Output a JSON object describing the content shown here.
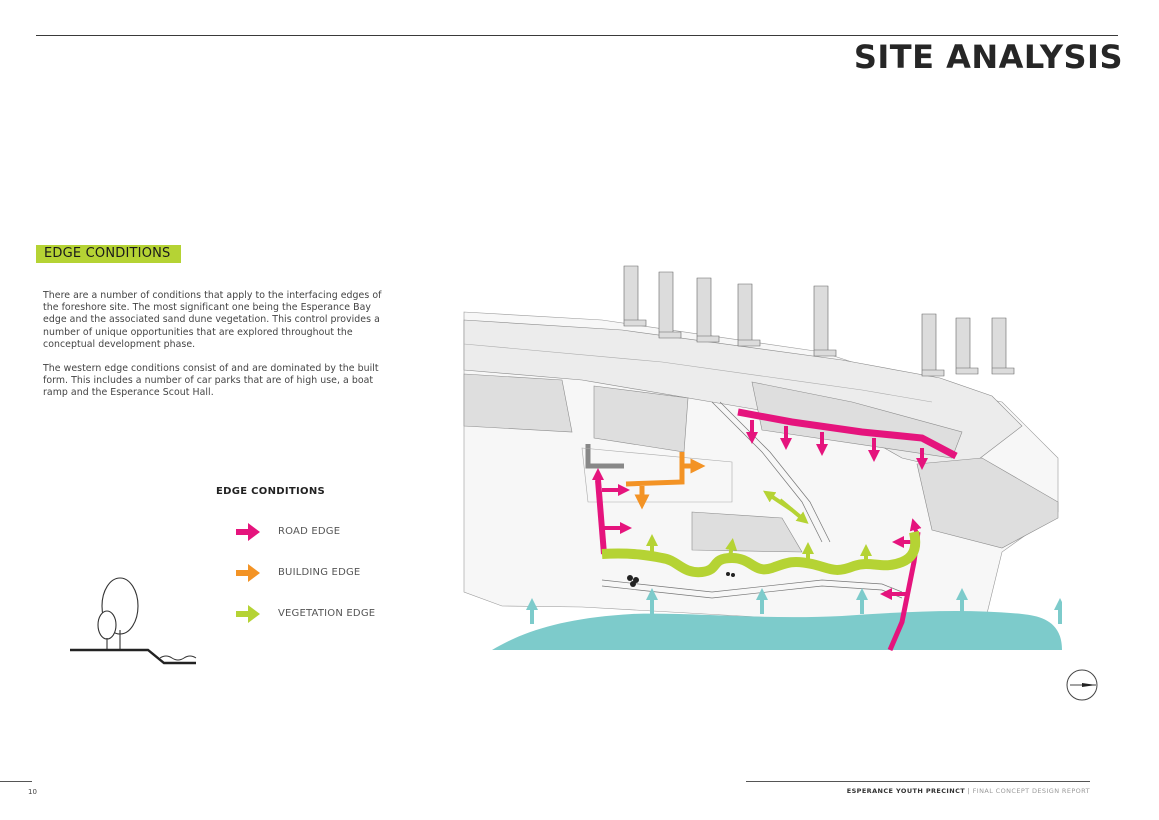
{
  "header": {
    "title": "SITE ANALYSIS"
  },
  "section": {
    "heading": "EDGE CONDITIONS",
    "paragraphs": [
      "There are a number of conditions that apply to the interfacing edges of the foreshore site. The most significant one being the Esperance Bay edge and the associated sand dune vegetation. This control provides a number of unique opportunities that are explored throughout the conceptual development phase.",
      "The western edge conditions consist of and are dominated by the built form.  This includes a number of car parks that are of high use, a boat ramp and the Esperance Scout Hall."
    ]
  },
  "legend": {
    "title": "EDGE CONDITIONS",
    "items": [
      {
        "label": "ROAD EDGE",
        "color": "#e5147d",
        "icon": "arrow-right-icon"
      },
      {
        "label": "BUILDING EDGE",
        "color": "#f39325",
        "icon": "arrow-right-icon"
      },
      {
        "label": "VEGETATION EDGE",
        "color": "#b5d334",
        "icon": "arrow-right-icon"
      }
    ]
  },
  "colors": {
    "road_edge": "#e5147d",
    "building_edge": "#f39325",
    "vegetation_edge": "#b5d334",
    "water": "#7dcbcb",
    "built_form": "#e0e0e0",
    "highlight": "#b5d334"
  },
  "footer": {
    "page_number": "10",
    "project": "ESPERANCE YOUTH PRECINCT",
    "separator": " | ",
    "report": "FINAL CONCEPT DESIGN REPORT"
  }
}
